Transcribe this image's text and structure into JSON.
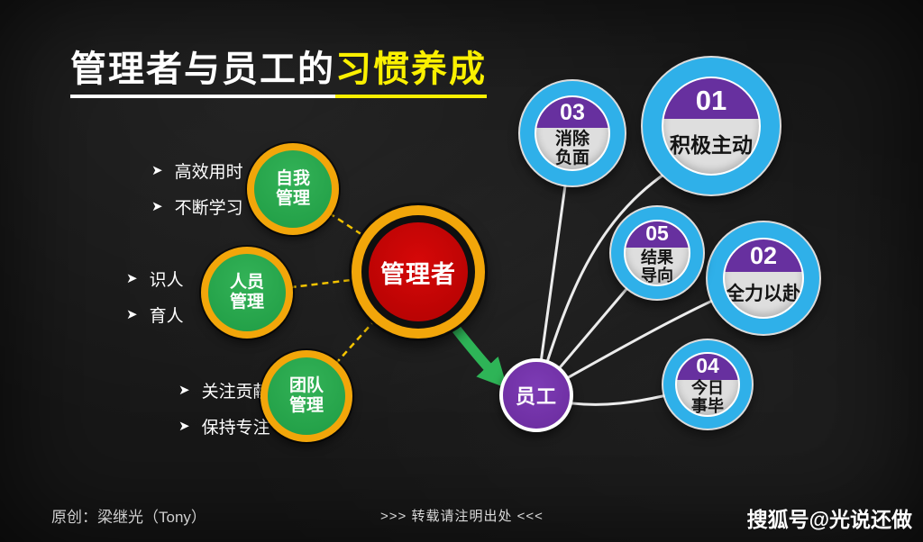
{
  "title": {
    "part_white": "管理者与员工的",
    "part_yellow": "习惯养成"
  },
  "glyphs": {
    "bullet_arrow": "➤"
  },
  "left_groups": [
    {
      "bullets": [
        "高效用时",
        "不断学习"
      ],
      "circle_lines": [
        "自我",
        "管理"
      ]
    },
    {
      "bullets": [
        "识人",
        "育人"
      ],
      "circle_lines": [
        "人员",
        "管理"
      ]
    },
    {
      "bullets": [
        "关注贡献",
        "保持专注"
      ],
      "circle_lines": [
        "团队",
        "管理"
      ]
    }
  ],
  "manager": {
    "label": "管理者"
  },
  "employee": {
    "label": "员工"
  },
  "habits": [
    {
      "number": "01",
      "lines": [
        "积极主动"
      ]
    },
    {
      "number": "02",
      "lines": [
        "全力以赴"
      ]
    },
    {
      "number": "03",
      "lines": [
        "消除",
        "负面"
      ]
    },
    {
      "number": "04",
      "lines": [
        "今日",
        "事毕"
      ]
    },
    {
      "number": "05",
      "lines": [
        "结果",
        "导向"
      ]
    }
  ],
  "footer": {
    "credit": "原创：梁继光（Tony）",
    "repost_notice": ">>> 转载请注明出处 <<<",
    "watermark": "搜狐号@光说还做"
  },
  "colors": {
    "title_yellow": "#FAF000",
    "ring_yellow": "#F2A60A",
    "green": "#2BA84C",
    "red": "#C60606",
    "employee_purple": "#7233A8",
    "habit_purple": "#67309F",
    "habit_blue": "#2FB0E9",
    "background": "#171717"
  }
}
